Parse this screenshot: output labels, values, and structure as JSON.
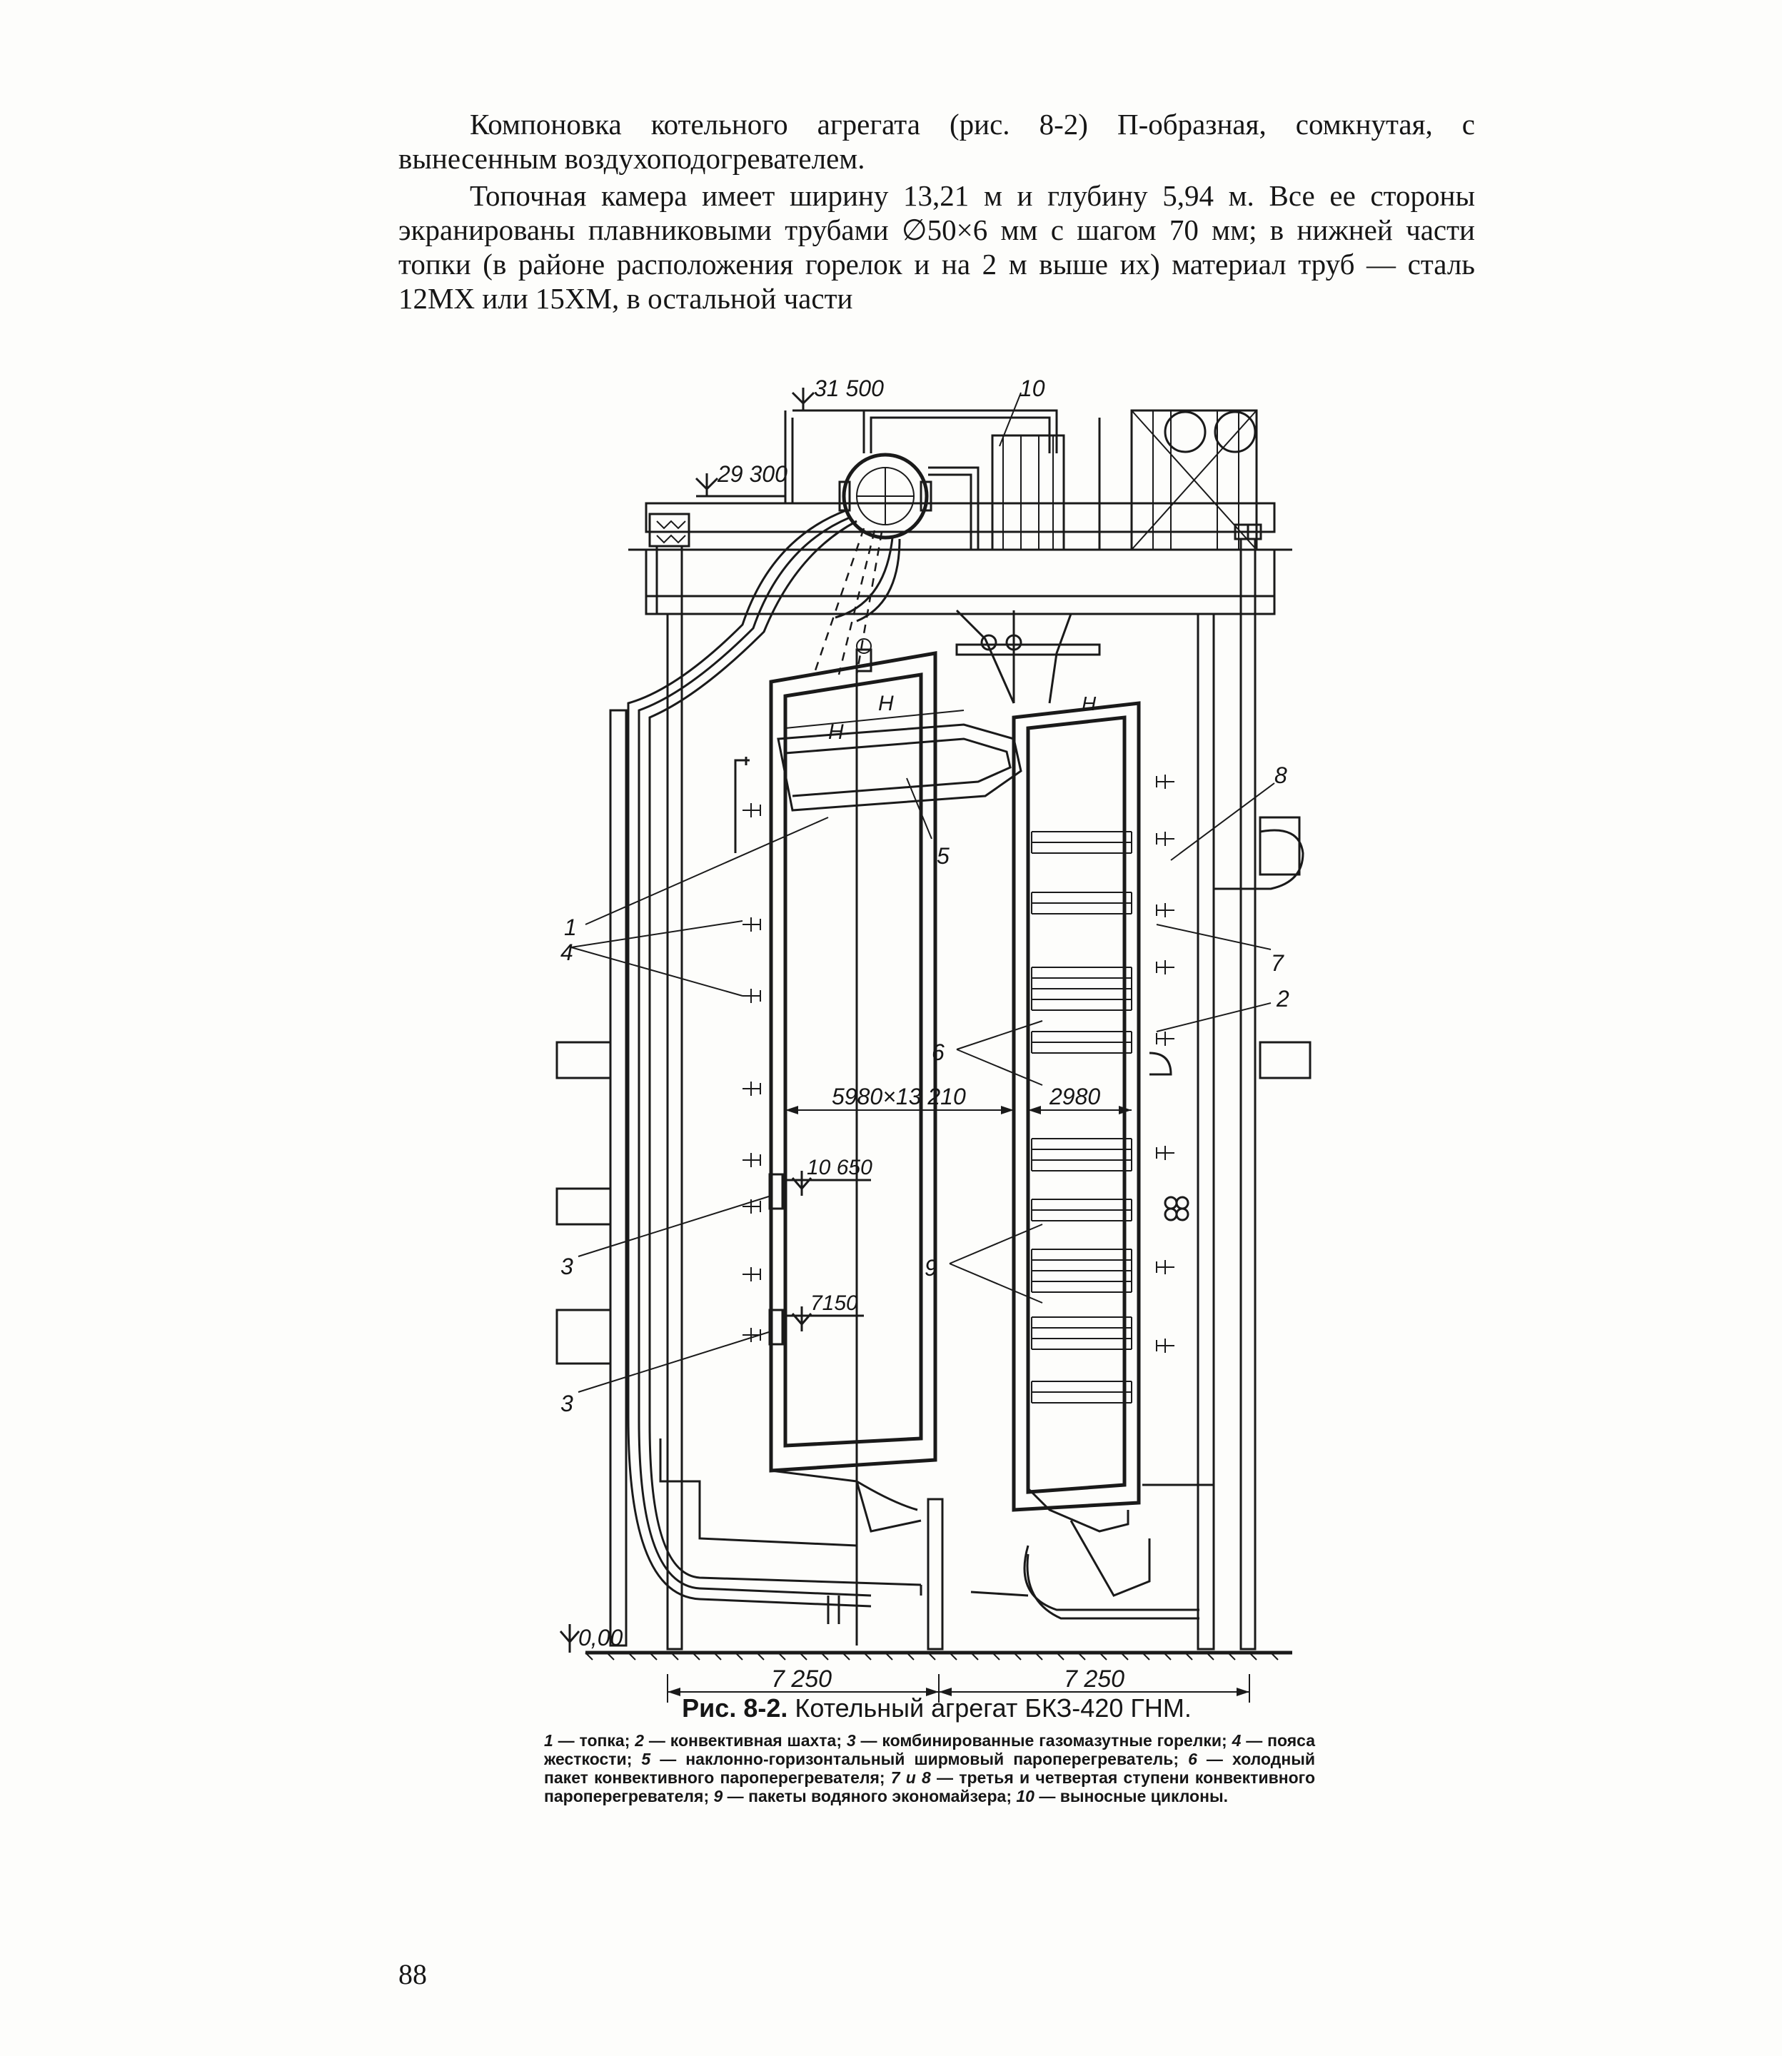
{
  "body": {
    "paragraphs": [
      "Компоновка котельного агрегата (рис. 8-2) П-образная, сомкнутая, с вынесенным воздухоподогревателем.",
      "Топочная камера имеет ширину 13,21 м и глубину 5,94 м. Все ее стороны экранированы плавниковыми трубами ∅50×6 мм с шагом 70 мм; в нижней части топки (в районе расположения горелок и на 2 м выше их) материал труб — сталь 12МХ или 15ХМ, в остальной части"
    ]
  },
  "figure": {
    "elevations": {
      "top": "31 500",
      "upper": "29 300",
      "mid": "10 650",
      "low": "7150",
      "ground": "0,00"
    },
    "dimensions": {
      "furnace": "5980×13 210",
      "shaft": "2980",
      "span_left": "7 250",
      "span_right": "7 250"
    },
    "callouts": {
      "c1": "1",
      "c2": "2",
      "c3a": "3",
      "c3b": "3",
      "c4": "4",
      "c5": "5",
      "c6": "6",
      "c7": "7",
      "c8": "8",
      "c9": "9",
      "c10": "10"
    }
  },
  "caption": {
    "figure_number": "Рис. 8-2.",
    "figure_title": "Котельный агрегат БКЗ-420 ГНМ.",
    "legend": [
      {
        "num": "1",
        "text": " — топка; "
      },
      {
        "num": "2",
        "text": " — конвективная шахта; "
      },
      {
        "num": "3",
        "text": " — комбинированные газомазутные горелки; "
      },
      {
        "num": "4",
        "text": " — пояса жесткости; "
      },
      {
        "num": "5",
        "text": " — наклонно-горизонтальный ширмовый пароперегреватель; "
      },
      {
        "num": "6",
        "text": " — холодный пакет конвективного пароперегревателя; "
      },
      {
        "num": "7 и 8",
        "text": " — третья и четвертая ступени конвективного пароперегревателя; "
      },
      {
        "num": "9",
        "text": " — пакеты водяного экономайзера; "
      },
      {
        "num": "10",
        "text": " — выносные циклоны."
      }
    ]
  },
  "page_number": "88"
}
